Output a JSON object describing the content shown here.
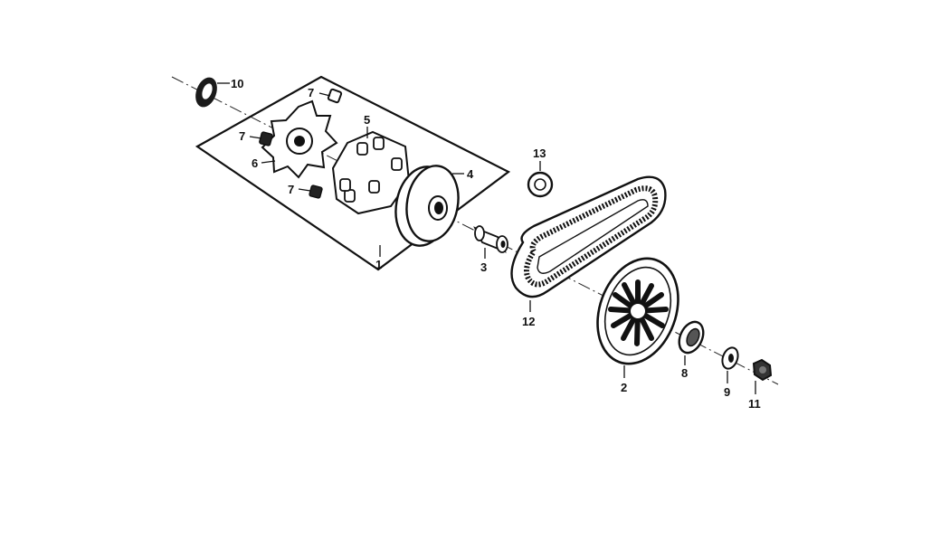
{
  "diagram": {
    "callouts": [
      "1",
      "2",
      "3",
      "4",
      "5",
      "6",
      "7",
      "7",
      "7",
      "8",
      "9",
      "10",
      "11",
      "12",
      "13"
    ],
    "colors": {
      "ink": "#111111",
      "background": "#ffffff"
    }
  }
}
